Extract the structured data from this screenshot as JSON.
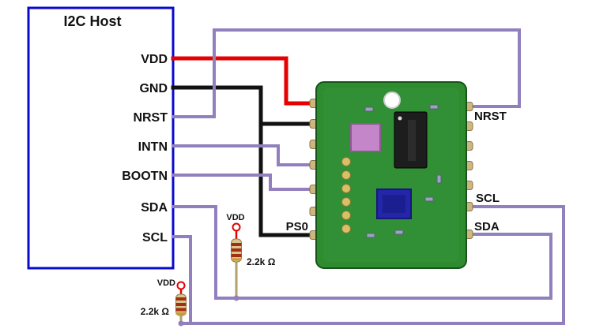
{
  "diagram": {
    "host": {
      "title": "I2C Host",
      "pins": [
        "VDD",
        "GND",
        "NRST",
        "INTN",
        "BOOTN",
        "SDA",
        "SCL"
      ]
    },
    "module": {
      "pin_labels": {
        "nrst": "NRST",
        "scl": "SCL",
        "sda": "SDA",
        "ps0": "PS0"
      }
    },
    "pullups": [
      {
        "supply": "VDD",
        "value": "2.2k Ω"
      },
      {
        "supply": "VDD",
        "value": "2.2k Ω"
      }
    ],
    "colors": {
      "host_border": "#0a0ace",
      "vdd_wire": "#e60000",
      "gnd_wire": "#111111",
      "signal_wire": "#9180bd",
      "pcb": "#2e8b2e"
    }
  }
}
